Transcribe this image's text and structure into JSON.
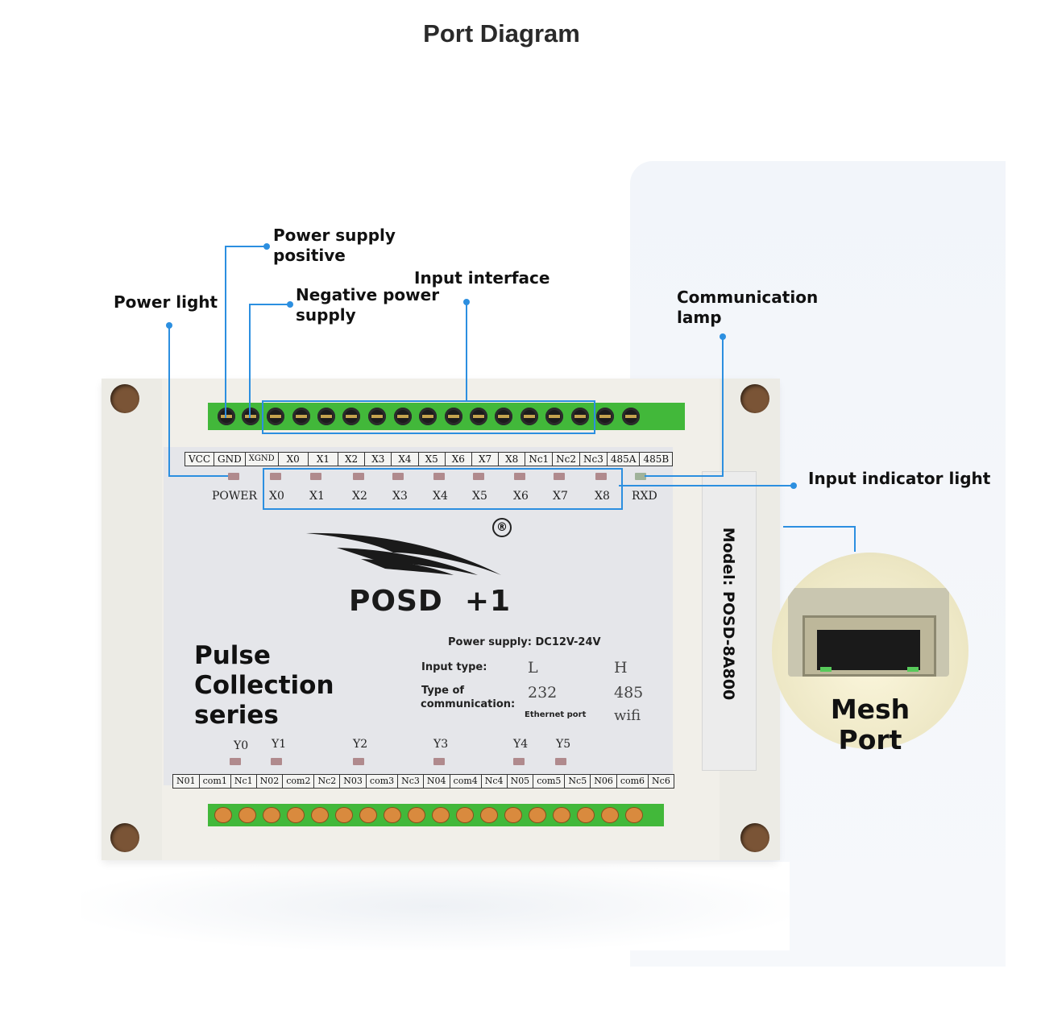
{
  "title": "Port Diagram",
  "callouts": {
    "power_light": "Power light",
    "power_supply_positive_1": "Power supply",
    "power_supply_positive_2": "positive",
    "negative_power_1": "Negative power",
    "negative_power_2": "supply",
    "input_interface": "Input interface",
    "communication_lamp_1": "Communication",
    "communication_lamp_2": "lamp",
    "input_indicator_light": "Input indicator light"
  },
  "top_strip": [
    "VCC",
    "GND",
    "XGND",
    "X0",
    "X1",
    "X2",
    "X3",
    "X4",
    "X5",
    "X6",
    "X7",
    "X8",
    "Nc1",
    "Nc2",
    "Nc3",
    "485A",
    "485B"
  ],
  "led_labels": {
    "power": "POWER",
    "inputs": [
      "X0",
      "X1",
      "X2",
      "X3",
      "X4",
      "X5",
      "X6",
      "X7",
      "X8"
    ],
    "rxd": "RXD"
  },
  "brand": "POSD  +1",
  "registered": "®",
  "series": [
    "Pulse",
    "Collection",
    "series"
  ],
  "specs": {
    "power_supply": "Power supply: DC12V-24V",
    "input_type_label": "Input type:",
    "input_type_l": "L",
    "input_type_h": "H",
    "comm_label_1": "Type of",
    "comm_label_2": "communication:",
    "comm_232": "232",
    "comm_485": "485",
    "comm_ethernet": "Ethernet port",
    "comm_wifi": "wifi"
  },
  "outputs": [
    "Y0",
    "Y1",
    "Y2",
    "Y3",
    "Y4",
    "Y5"
  ],
  "bottom_strip": [
    "N01",
    "com1",
    "Nc1",
    "N02",
    "com2",
    "Nc2",
    "N03",
    "com3",
    "Nc3",
    "N04",
    "com4",
    "Nc4",
    "N05",
    "com5",
    "Nc5",
    "N06",
    "com6",
    "Nc6"
  ],
  "model": "Model: POSD-8A800",
  "mesh_port": [
    "Mesh",
    "Port"
  ],
  "colors": {
    "callout_line": "#2c8fe0",
    "terminal_green": "#42b83a"
  }
}
